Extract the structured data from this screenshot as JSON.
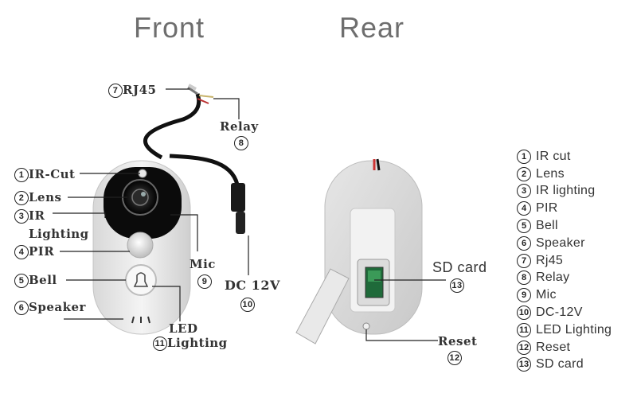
{
  "headings": {
    "front": "Front",
    "rear": "Rear"
  },
  "callouts": {
    "rj45": {
      "num": "7",
      "label": "RJ45"
    },
    "relay": {
      "num": "8",
      "label": "Relay"
    },
    "ir_cut": {
      "num": "1",
      "label": "IR-Cut"
    },
    "lens": {
      "num": "2",
      "label": "Lens"
    },
    "ir_lighting": {
      "num": "3",
      "label_line1": "IR",
      "label_line2": "Lighting"
    },
    "pir": {
      "num": "4",
      "label": "PIR"
    },
    "bell": {
      "num": "5",
      "label": "Bell"
    },
    "speaker": {
      "num": "6",
      "label": "Speaker"
    },
    "mic": {
      "num": "9",
      "label": "Mic"
    },
    "dc12v": {
      "num": "10",
      "label": "DC 12V"
    },
    "led_lighting": {
      "num": "11",
      "label_line1": "LED",
      "label_line2": "Lighting"
    },
    "sd_card": {
      "num": "13",
      "label": "SD card"
    },
    "reset": {
      "num": "12",
      "label": "Reset"
    }
  },
  "legend": [
    {
      "num": "1",
      "label": "IR cut"
    },
    {
      "num": "2",
      "label": "Lens"
    },
    {
      "num": "3",
      "label": "IR lighting"
    },
    {
      "num": "4",
      "label": "PIR"
    },
    {
      "num": "5",
      "label": "Bell"
    },
    {
      "num": "6",
      "label": "Speaker"
    },
    {
      "num": "7",
      "label": "Rj45"
    },
    {
      "num": "8",
      "label": "Relay"
    },
    {
      "num": "9",
      "label": "Mic"
    },
    {
      "num": "10",
      "label": "DC-12V"
    },
    {
      "num": "11",
      "label": "LED Lighting"
    },
    {
      "num": "12",
      "label": "Reset"
    },
    {
      "num": "13",
      "label": "SD card"
    }
  ]
}
